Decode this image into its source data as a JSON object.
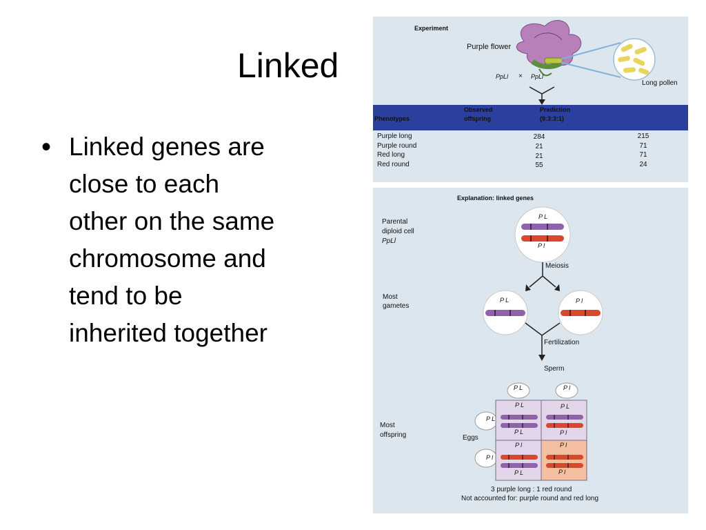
{
  "slide": {
    "title": "Linked",
    "bullet_lines": [
      "Linked genes are",
      "close to each",
      "other on the same",
      "chromosome and",
      "tend to be",
      "inherited together"
    ]
  },
  "experiment": {
    "heading": "Experiment",
    "flower_label": "Purple flower",
    "cross_left": "PpLl",
    "cross_symbol": "×",
    "cross_right": "PpLl",
    "pollen_label": "Long pollen",
    "table": {
      "headers": [
        "Phenotypes",
        "Observed offspring",
        "Prediction (9:3:3:1)"
      ],
      "header_lines": {
        "observed": [
          "Observed",
          "offspring"
        ],
        "prediction": [
          "Prediction",
          "(9:3:3:1)"
        ]
      },
      "rows": [
        {
          "phenotype": "Purple long",
          "observed": "284",
          "prediction": "215"
        },
        {
          "phenotype": "Purple round",
          "observed": "21",
          "prediction": "71"
        },
        {
          "phenotype": "Red long",
          "observed": "21",
          "prediction": "71"
        },
        {
          "phenotype": "Red round",
          "observed": "55",
          "prediction": "24"
        }
      ]
    }
  },
  "explanation": {
    "heading": "Explanation: linked genes",
    "parental_lines": [
      "Parental",
      "diploid cell",
      "PpLl"
    ],
    "parental_top_allele": "P L",
    "parental_bottom_allele": "P l",
    "meiosis": "Meiosis",
    "gametes_lines": [
      "Most",
      "gametes"
    ],
    "gamete_left_allele": "P L",
    "gamete_right_allele": "P l",
    "fertilization": "Fertilization",
    "sperm": "Sperm",
    "sperm_left_allele": "P L",
    "sperm_right_allele": "P l",
    "offspring_lines": [
      "Most",
      "offspring"
    ],
    "eggs": "Eggs",
    "egg_top_allele": "P L",
    "egg_bottom_allele": "P l",
    "grid": [
      {
        "top": "P L",
        "bottom": "P L"
      },
      {
        "top": "P L",
        "bottom": "P l"
      },
      {
        "top": "P l",
        "bottom": "P L"
      },
      {
        "top": "P l",
        "bottom": "P l"
      }
    ],
    "ratio": "3 purple long : 1 red round",
    "note": "Not accounted for: purple round and red long"
  },
  "colors": {
    "panel": "#dce6ee",
    "band": "#2a3f9e",
    "purple_chromosome": "#8e63a8",
    "red_chromosome": "#d9482b",
    "grid_purple_cell": "#e3d6ea",
    "grid_orange_cell": "#f4bfa0"
  }
}
